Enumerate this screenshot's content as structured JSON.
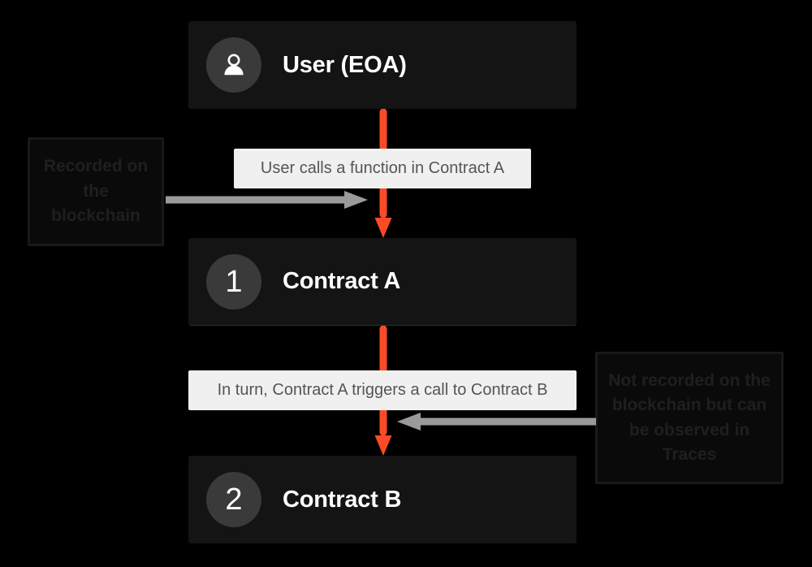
{
  "diagram": {
    "background_color": "#000000",
    "accent_color": "#FA4B26",
    "node_bg_color": "#141414",
    "badge_color": "#3a3a3a",
    "chip_bg_color": "#F0F0F0",
    "chip_text_color": "#555555",
    "connector_color": "#9a9a9a",
    "annotation_bg_color": "#0a0a0a",
    "annotation_text_color": "#1f1f1f"
  },
  "nodes": [
    {
      "id": "user",
      "badge": "person-icon",
      "label": "User (EOA)"
    },
    {
      "id": "contract_a",
      "badge": "1",
      "label": "Contract A"
    },
    {
      "id": "contract_b",
      "badge": "2",
      "label": "Contract B"
    }
  ],
  "edge_labels": [
    {
      "id": "edge_1",
      "text": "User calls a function in Contract A"
    },
    {
      "id": "edge_2",
      "text": "In turn, Contract A triggers a call to Contract B"
    }
  ],
  "annotations": [
    {
      "id": "annot_left",
      "text": "Recorded on the blockchain",
      "points": "right"
    },
    {
      "id": "annot_right",
      "text": "Not recorded on the blockchain but can be observed in Traces",
      "points": "left"
    }
  ]
}
